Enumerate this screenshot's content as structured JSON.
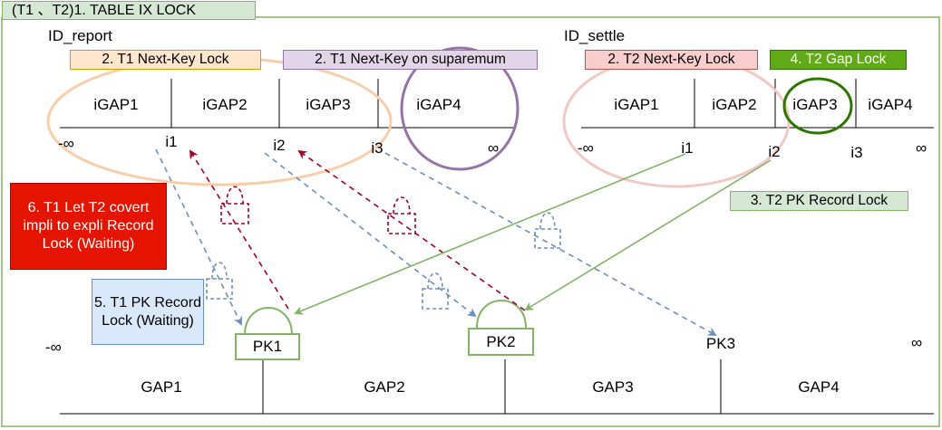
{
  "title": "(T1 、T2)1. TABLE  IX LOCK",
  "indexes": [
    {
      "name": "ID_report",
      "gaps": [
        "iGAP1",
        "iGAP2",
        "iGAP3",
        "iGAP4"
      ],
      "keys": [
        "i1",
        "i2",
        "i3"
      ],
      "neg_inf": "-∞",
      "pos_inf": "∞"
    },
    {
      "name": "ID_settle",
      "gaps": [
        "iGAP1",
        "iGAP2",
        "iGAP3",
        "iGAP4"
      ],
      "keys": [
        "i1",
        "i2",
        "i3"
      ],
      "neg_inf": "-∞",
      "pos_inf": "∞"
    }
  ],
  "labels": {
    "t1_next_key": "2. T1 Next-Key Lock",
    "t1_supremum": "2. T1 Next-Key on suparemum",
    "t2_next_key": "2. T2  Next-Key Lock",
    "t2_gap": "4. T2 Gap Lock",
    "t2_pk_record": "3. T2 PK Record Lock",
    "t1_pk_waiting": "5. T1 PK Record Lock (Waiting)",
    "t1_convert": "6. T1 Let T2 covert impli to expli Record Lock (Waiting)"
  },
  "primary": {
    "neg_inf": "-∞",
    "pos_inf": "∞",
    "keys": [
      "PK1",
      "PK2",
      "PK3"
    ],
    "gaps": [
      "GAP1",
      "GAP2",
      "GAP3",
      "GAP4"
    ]
  },
  "colors": {
    "title_bg": "#d5e8d4",
    "title_border": "#82b366",
    "orange_bg": "#ffe6cc",
    "orange_border": "#d79b00",
    "orange_ellipse": "#f8ceaa",
    "purple_bg": "#e1d5e7",
    "purple_border": "#9673a6",
    "pink_bg": "#f8cecc",
    "pink_border": "#b85450",
    "pink_ellipse": "#f0c8c4",
    "green_dark_bg": "#60a917",
    "green_dark_border": "#2d7600",
    "green_ring": "#2d7600",
    "green_line": "#82b366",
    "blue_line": "#6c8ebf",
    "blue_bg": "#dae8fc",
    "red_line": "#a20025",
    "red_bg": "#e51400"
  }
}
